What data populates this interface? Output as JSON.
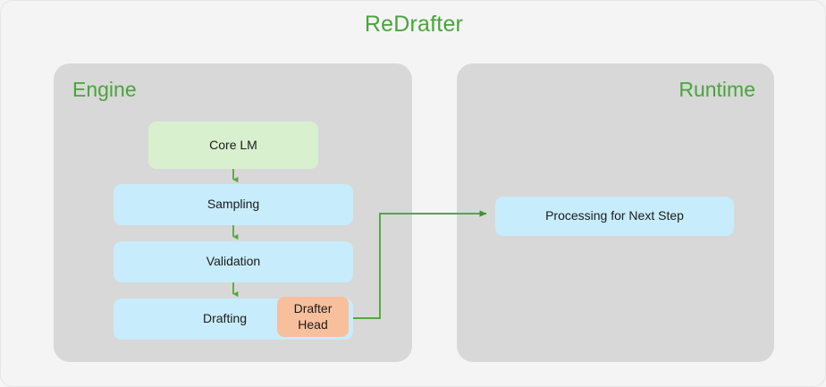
{
  "diagram": {
    "title": "ReDrafter",
    "title_color": "#4aa43c",
    "background_color": "#f4f4f4"
  },
  "panels": [
    {
      "id": "engine",
      "label": "Engine",
      "label_color": "#4aa43c",
      "fill": "#d8d8d8",
      "label_align": "left"
    },
    {
      "id": "runtime",
      "label": "Runtime",
      "label_color": "#4aa43c",
      "fill": "#d8d8d8",
      "label_align": "right"
    }
  ],
  "nodes": [
    {
      "id": "core-lm",
      "label": "Core LM",
      "fill": "#d9f0cf",
      "panel": "engine"
    },
    {
      "id": "sampling",
      "label": "Sampling",
      "fill": "#c7ecfb",
      "panel": "engine"
    },
    {
      "id": "validation",
      "label": "Validation",
      "fill": "#c7ecfb",
      "panel": "engine"
    },
    {
      "id": "drafting",
      "label": "Drafting",
      "fill": "#c7ecfb",
      "panel": "engine"
    },
    {
      "id": "drafter-head",
      "label": "Drafter Head",
      "fill": "#f8bf9d",
      "panel": "engine",
      "line1": "Drafter",
      "line2": "Head"
    },
    {
      "id": "processing",
      "label": "Processing for Next Step",
      "fill": "#c7ecfb",
      "panel": "runtime"
    }
  ],
  "connectors": [
    {
      "id": "core-lm-to-sampling",
      "from": "core-lm",
      "to": "sampling",
      "color": "#52a83f",
      "style": "straight-down"
    },
    {
      "id": "sampling-to-validation",
      "from": "sampling",
      "to": "validation",
      "color": "#52a83f",
      "style": "straight-down"
    },
    {
      "id": "validation-to-drafting",
      "from": "validation",
      "to": "drafting",
      "color": "#52a83f",
      "style": "straight-down"
    },
    {
      "id": "drafter-head-to-processing",
      "from": "drafter-head",
      "to": "processing",
      "color": "#52a83f",
      "style": "elbow-right-up-right"
    }
  ]
}
